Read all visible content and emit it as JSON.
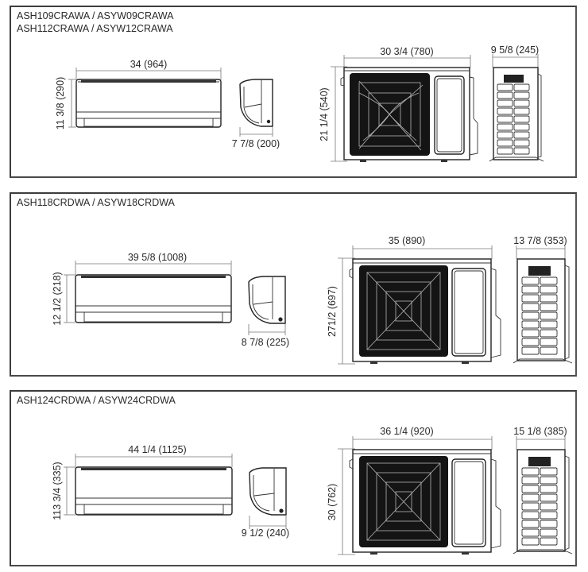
{
  "diagram": {
    "type": "dimension-drawings",
    "subject": "Ductless split air conditioner indoor and outdoor unit dimensions",
    "units_note": "inches (mm)",
    "panels": [
      {
        "models": [
          "ASH109CRAWA / ASYW09CRAWA",
          "ASH112CRAWA / ASYW12CRAWA"
        ],
        "title": "ASH109CRAWA / ASYW09CRAWA\nASH112CRAWA / ASYW12CRAWA",
        "indoor": {
          "width": "34 (964)",
          "height": "11 3/8 (290)",
          "depth": "7 7/8 (200)"
        },
        "outdoor": {
          "width": "30 3/4 (780)",
          "height": "21 1/4 (540)",
          "depth": "9 5/8 (245)"
        }
      },
      {
        "models": [
          "ASH118CRDWA / ASYW18CRDWA"
        ],
        "title": "ASH118CRDWA / ASYW18CRDWA",
        "indoor": {
          "width": "39 5/8 (1008)",
          "height": "12 1/2 (218)",
          "depth": "8 7/8 (225)"
        },
        "outdoor": {
          "width": "35 (890)",
          "height": "271/2 (697)",
          "depth": "13 7/8 (353)"
        }
      },
      {
        "models": [
          "ASH124CRDWA / ASYW24CRDWA"
        ],
        "title": "ASH124CRDWA / ASYW24CRDWA",
        "indoor": {
          "width": "44 1/4 (1125)",
          "height": "113 3/4 (335)",
          "depth": "9 1/2 (240)"
        },
        "outdoor": {
          "width": "36 1/4 (920)",
          "height": "30 (762)",
          "depth": "15 1/8 (385)"
        }
      }
    ]
  },
  "colors": {
    "border": "#3c3c3c",
    "line": "#222222",
    "dimension_line": "#777777",
    "text": "#2a2a2a",
    "grille": "#1a1a1a"
  }
}
